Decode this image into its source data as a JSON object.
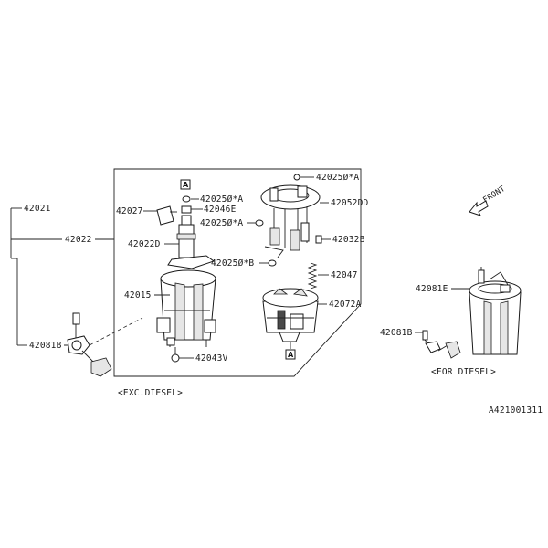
{
  "labels": {
    "p42021": "42021",
    "p42022": "42022",
    "p42081B_left": "42081B",
    "p42027": "42027",
    "p42022D": "42022D",
    "p42015": "42015",
    "p42025_1": "42025Ø*A",
    "p42046E": "42046E",
    "p42025_2": "42025Ø*A",
    "p42025_3": "42025Ø*B",
    "p42043V": "42043V",
    "p42025_top": "42025Ø*A",
    "p42052DD": "42052DD",
    "p42032B": "42032B",
    "p42047": "42047",
    "p42072A": "42072A",
    "p42081E": "42081E",
    "p42081B_right": "42081B",
    "box_a_top": "A",
    "box_a_bottom": "A",
    "front": "FRONT",
    "exc_diesel": "<EXC.DIESEL>",
    "for_diesel": "<FOR DIESEL>",
    "diagram_id": "A421001311"
  }
}
